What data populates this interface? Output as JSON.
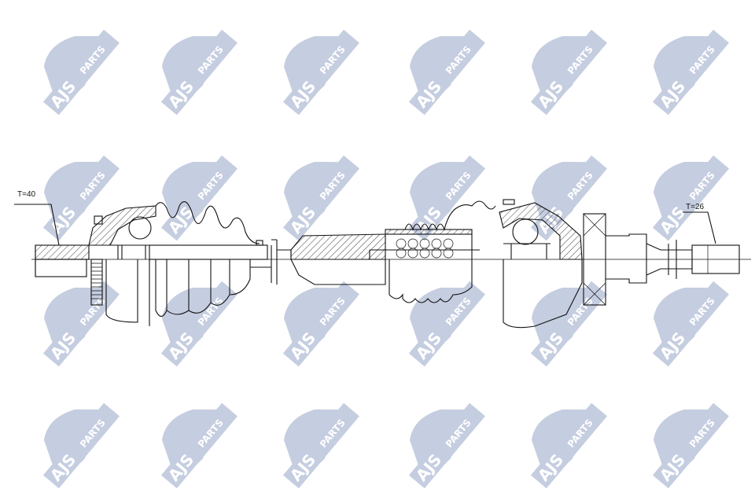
{
  "drawing": {
    "labels": {
      "left_spline": "T=40",
      "right_spline": "T=26"
    }
  },
  "watermark": {
    "brand": "AJS",
    "suffix": "PARTS",
    "color": "#c5cde0",
    "rows": 4,
    "cols": 6
  },
  "colors": {
    "line": "#111111",
    "background": "#ffffff"
  }
}
